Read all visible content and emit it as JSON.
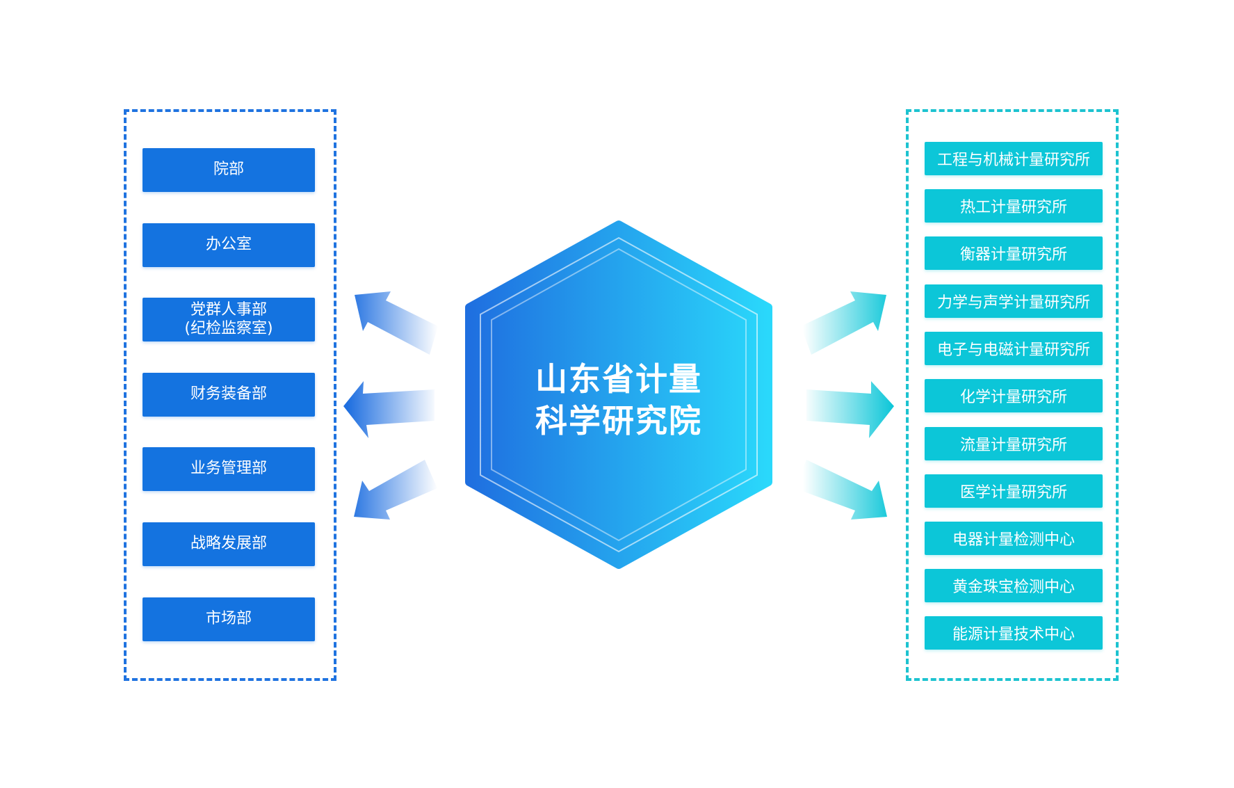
{
  "center": {
    "title": "山东省计量\n科学研究院"
  },
  "left_departments": [
    {
      "label": "院部"
    },
    {
      "label": "办公室"
    },
    {
      "label": "党群人事部\n(纪检监察室)"
    },
    {
      "label": "财务装备部"
    },
    {
      "label": "业务管理部"
    },
    {
      "label": "战略发展部"
    },
    {
      "label": "市场部"
    }
  ],
  "right_institutes": [
    {
      "label": "工程与机械计量研究所"
    },
    {
      "label": "热工计量研究所"
    },
    {
      "label": "衡器计量研究所"
    },
    {
      "label": "力学与声学计量研究所"
    },
    {
      "label": "电子与电磁计量研究所"
    },
    {
      "label": "化学计量研究所"
    },
    {
      "label": "流量计量研究所"
    },
    {
      "label": "医学计量研究所"
    },
    {
      "label": "电器计量检测中心"
    },
    {
      "label": "黄金珠宝检测中心"
    },
    {
      "label": "能源计量技术中心"
    }
  ],
  "colors": {
    "left_accent": "#1473e0",
    "right_accent": "#0cc6d8",
    "hex_start": "#1f6fe0",
    "hex_end": "#2ad8fb"
  }
}
